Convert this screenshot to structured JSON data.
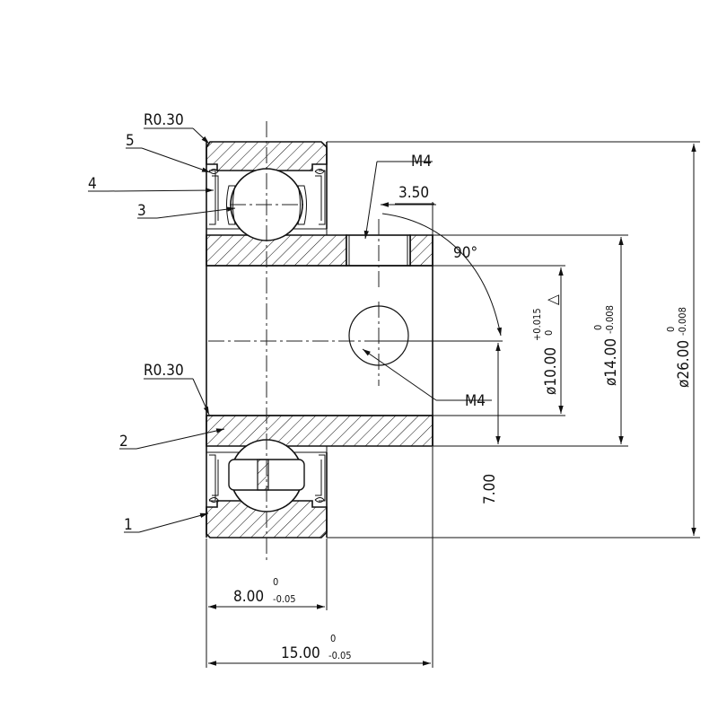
{
  "labels": {
    "radius_top": "R0.30",
    "radius_bottom": "R0.30",
    "part_1": "1",
    "part_2": "2",
    "part_3": "3",
    "part_4": "4",
    "part_5": "5",
    "thread_top": "M4",
    "thread_side": "M4",
    "angle": "90°"
  },
  "dimensions": {
    "offset": "3.50",
    "bore": {
      "base": "ø10.00",
      "upper_tol": "+0.015",
      "lower_tol": "0"
    },
    "inner_ring_od": {
      "base": "ø14.00",
      "upper_tol": "0",
      "lower_tol": "-0.008"
    },
    "outer_diameter": {
      "base": "ø26.00",
      "upper_tol": "0",
      "lower_tol": "-0.008"
    },
    "height": "7.00",
    "ring_width": {
      "base": "8.00",
      "upper_tol": "0",
      "lower_tol": "-0.05"
    },
    "total_width": {
      "base": "15.00",
      "upper_tol": "0",
      "lower_tol": "-0.05"
    }
  },
  "symbols": {
    "flatness": "△"
  }
}
